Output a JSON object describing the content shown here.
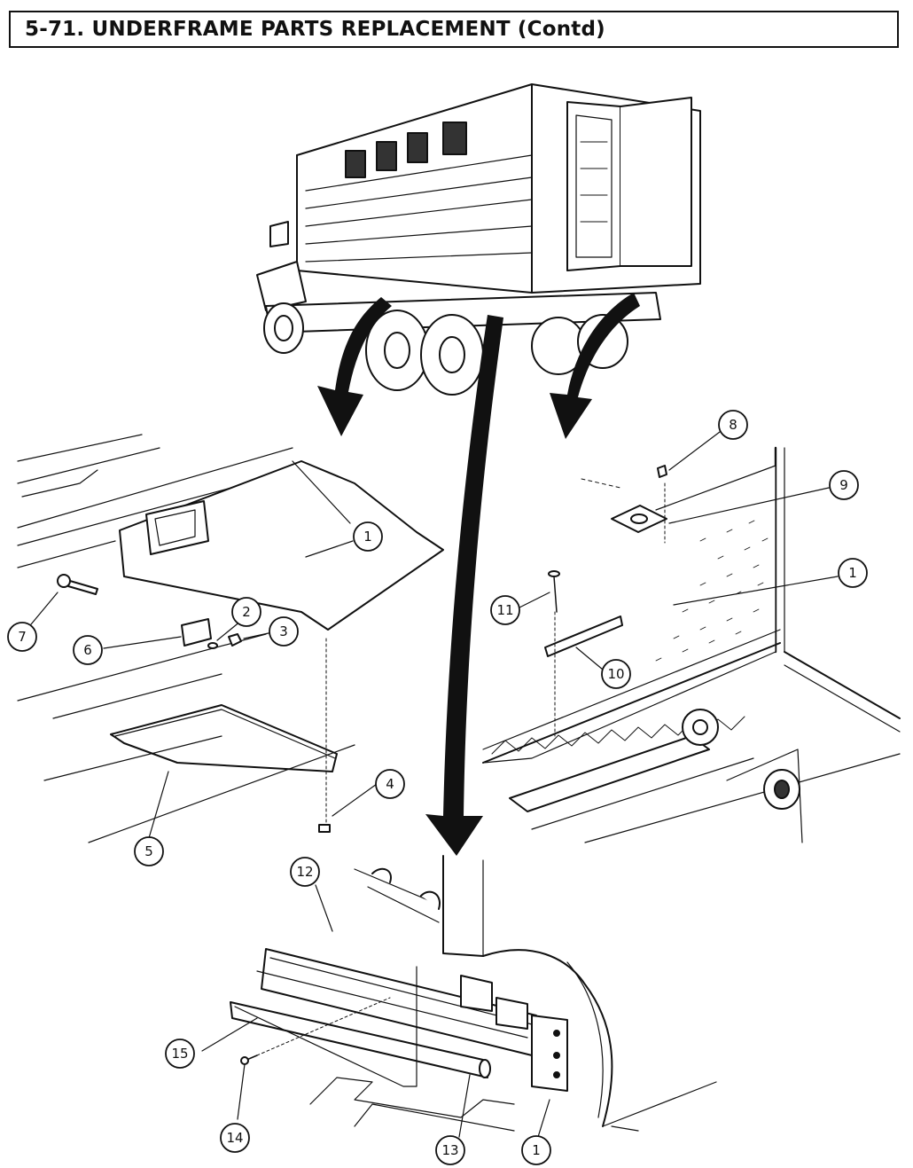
{
  "header": {
    "title": "5-71. UNDERFRAME PARTS REPLACEMENT (Contd)"
  },
  "callouts": [
    "1",
    "2",
    "3",
    "4",
    "5",
    "6",
    "7",
    "8",
    "9",
    "10",
    "11",
    "12",
    "13",
    "14",
    "15",
    "1",
    "1"
  ]
}
